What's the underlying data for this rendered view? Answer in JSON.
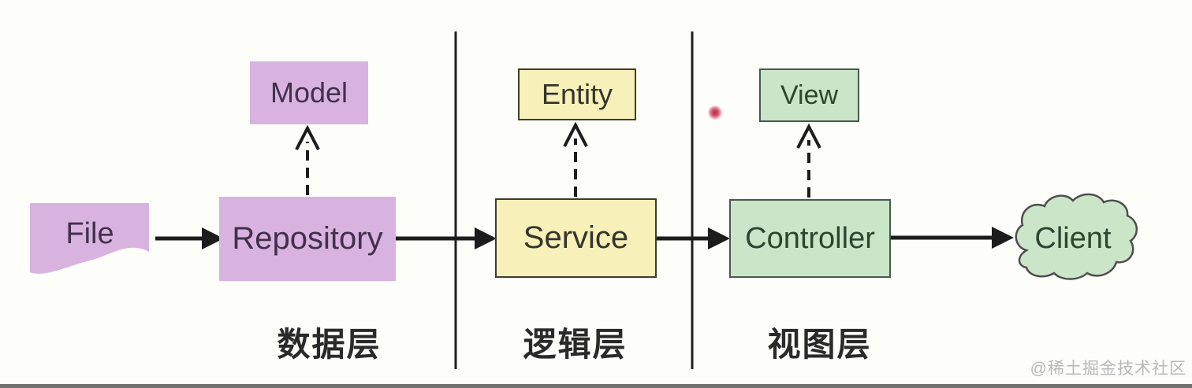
{
  "diagram": {
    "title_implicit": "Layered architecture diagram",
    "nodes": {
      "file": {
        "label": "File"
      },
      "repository": {
        "label": "Repository"
      },
      "model": {
        "label": "Model"
      },
      "service": {
        "label": "Service"
      },
      "entity": {
        "label": "Entity"
      },
      "controller": {
        "label": "Controller"
      },
      "view": {
        "label": "View"
      },
      "client": {
        "label": "Client"
      }
    },
    "sections": [
      {
        "id": "data",
        "label": "数据层"
      },
      {
        "id": "logic",
        "label": "逻辑层"
      },
      {
        "id": "view",
        "label": "视图层"
      }
    ],
    "edges": [
      {
        "from": "file",
        "to": "repository",
        "style": "solid"
      },
      {
        "from": "repository",
        "to": "service",
        "style": "solid"
      },
      {
        "from": "service",
        "to": "controller",
        "style": "solid"
      },
      {
        "from": "controller",
        "to": "client",
        "style": "solid"
      },
      {
        "from": "repository",
        "to": "model",
        "style": "dashed"
      },
      {
        "from": "service",
        "to": "entity",
        "style": "dashed"
      },
      {
        "from": "controller",
        "to": "view",
        "style": "dashed"
      }
    ],
    "colors": {
      "purple_fill": "#d9b3e0",
      "purple_text": "#42304a",
      "yellow_fill": "#f7f0b8",
      "yellow_border": "#3c3c2e",
      "green_fill": "#cbe5c8",
      "green_border": "#47594c",
      "line": "#1c1c1c",
      "label_text": "#2a2a2a",
      "laser_dot": "#d95570",
      "watermark_text": "#b8b8b8",
      "background": "#fdfdfa"
    },
    "watermark": "@稀土掘金技术社区"
  }
}
